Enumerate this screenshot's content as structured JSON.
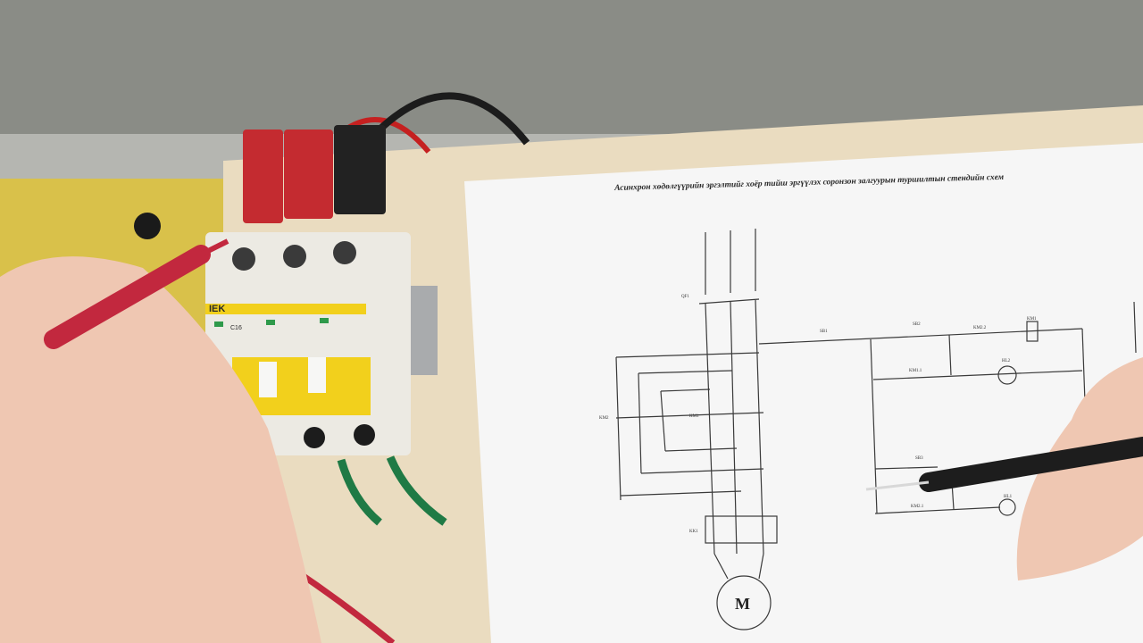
{
  "schematic": {
    "title": "Асинхрон хөдөлгүүрийн эргэлтийг хоёр тийш эргүүлэх соронзон залгуурын туршилтын стендийн схем",
    "motor_label": "M",
    "labels": [
      "QF1",
      "SB1",
      "SB2",
      "KM2.2",
      "KM1",
      "KM1.1",
      "HL2",
      "KM2",
      "KM1",
      "KK1",
      "SB3",
      "KM2.1",
      "HL1"
    ]
  },
  "breaker": {
    "brand": "IEK",
    "rating": "C16"
  },
  "colors": {
    "wall": "#8d8f8a",
    "board": "#eadcc0",
    "paper": "#f6f6f6",
    "breaker_yellow": "#f2d01c",
    "probe_red": "#c2283e",
    "probe_black": "#1d1d1d",
    "skin": "#efc7b2"
  }
}
